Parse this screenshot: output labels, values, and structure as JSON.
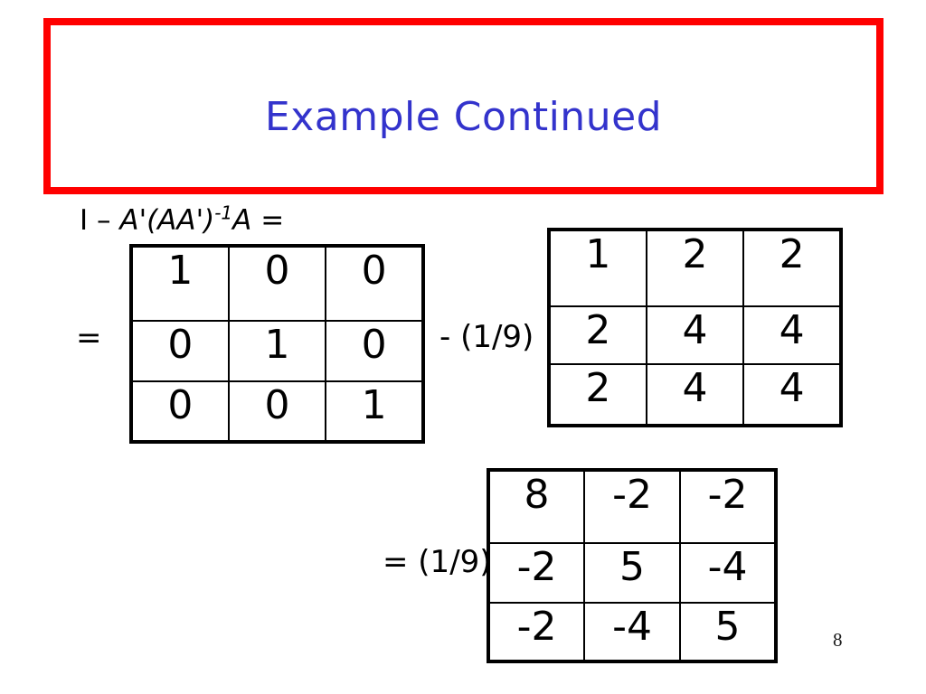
{
  "slide": {
    "title": "Example Continued",
    "page_number": "8",
    "colors": {
      "title_text": "#3333cc",
      "frame_border": "#ff0000",
      "body_text": "#000000",
      "background": "#ffffff"
    },
    "formula": {
      "lead": "I – ",
      "term1": "A'(AA')",
      "superscript": "-1",
      "term2": "A",
      "tail": " ="
    },
    "labels": {
      "equals": "=",
      "minus_one_ninth": "- (1/9)",
      "equals_one_ninth": "= (1/9)"
    },
    "matrices": {
      "identity": {
        "rows": [
          [
            "1",
            "0",
            "0"
          ],
          [
            "0",
            "1",
            "0"
          ],
          [
            "0",
            "0",
            "1"
          ]
        ]
      },
      "aat": {
        "rows": [
          [
            "1",
            "2",
            "2"
          ],
          [
            "2",
            "4",
            "4"
          ],
          [
            "2",
            "4",
            "4"
          ]
        ]
      },
      "result": {
        "rows": [
          [
            "8",
            "-2",
            "-2"
          ],
          [
            "-2",
            "5",
            "-4"
          ],
          [
            "-2",
            "-4",
            "5"
          ]
        ]
      }
    }
  }
}
